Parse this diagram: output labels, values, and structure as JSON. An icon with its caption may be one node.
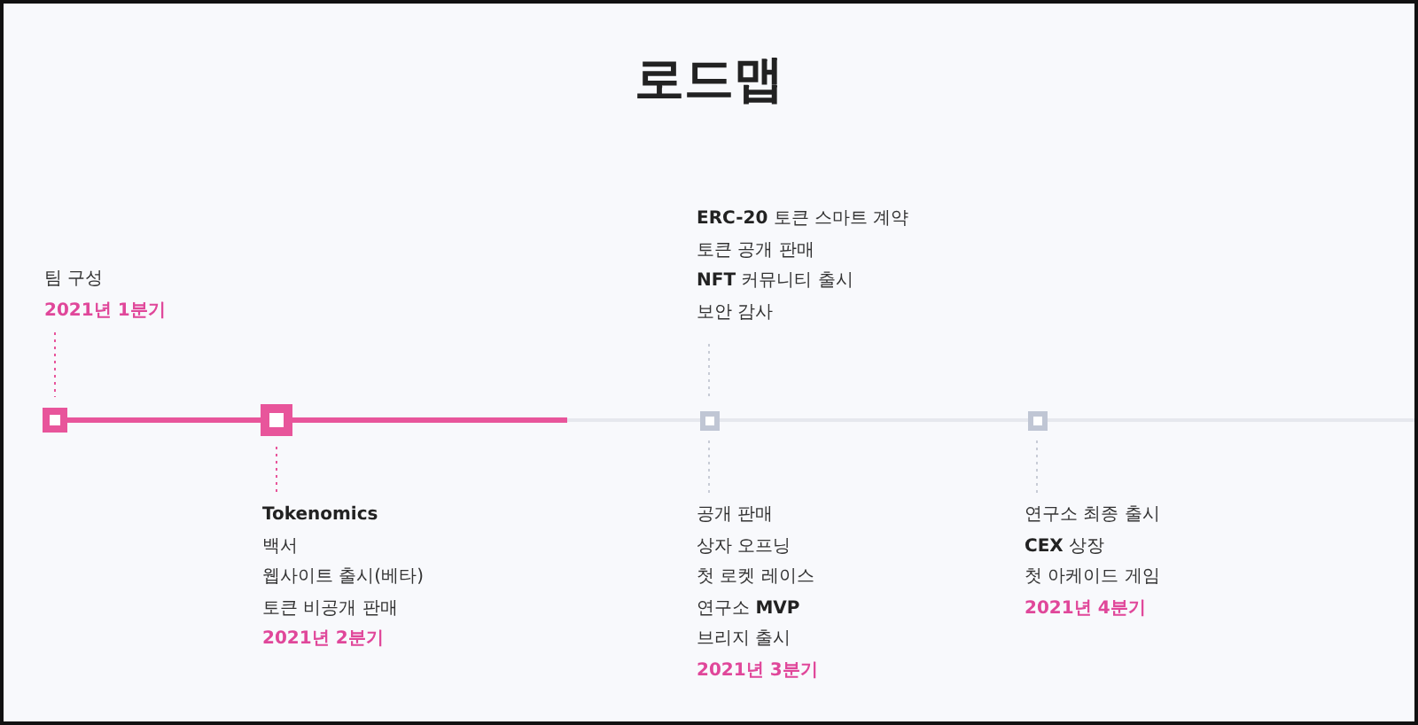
{
  "diagram": {
    "title": "로드맵",
    "nodes": [
      {
        "text": [
          "팀 구성"
        ],
        "beside": [
          "2021년 1분기"
        ]
      },
      {
        "text": [],
        "shape": "box"
      },
      {
        "text": [],
        "shape": "box"
      },
      {
        "text": [
          "**Tokenomics**",
          "백서",
          "웹사이트 출시(베타)",
          "토큰 비공개 판매"
        ],
        "beside": [
          "2021년 2분기"
        ]
      },
      {
        "text": [
          "**ERC-20** 토큰 스마트 계약",
          "토큰 공개 판매",
          "**NFT** 커뮤니티 출시",
          "보안 감사"
        ]
      },
      {
        "text": [],
        "shape": "box"
      },
      {
        "text": [
          "공개 판매",
          "상자 오프닝",
          "첫 로켓 레이스",
          "연구소 **MVP**",
          "브리지 출시"
        ],
        "beside": [
          "2021년 3분기"
        ]
      },
      {
        "text": [],
        "shape": "box"
      },
      {
        "text": [
          "연구소 최종 출시",
          "**CEX** 상장",
          "첫 아케이드 게임"
        ],
        "beside": [
          "2021년 4분기"
        ]
      }
    ],
    "edges": [
      {
        "from": 0,
        "to": 1,
        "arrow": "none",
        "style": "dashed",
        "color": "#e8559b"
      },
      {
        "from": 2,
        "to": 3,
        "arrow": "none",
        "style": "dashed",
        "color": "#e8559b"
      },
      {
        "from": 4,
        "to": 5,
        "arrow": "none",
        "style": "dashed"
      },
      {
        "from": 5,
        "to": 6,
        "arrow": "none",
        "style": "dashed"
      },
      {
        "from": 7,
        "to": 8,
        "arrow": "none",
        "style": "dashed"
      }
    ]
  }
}
